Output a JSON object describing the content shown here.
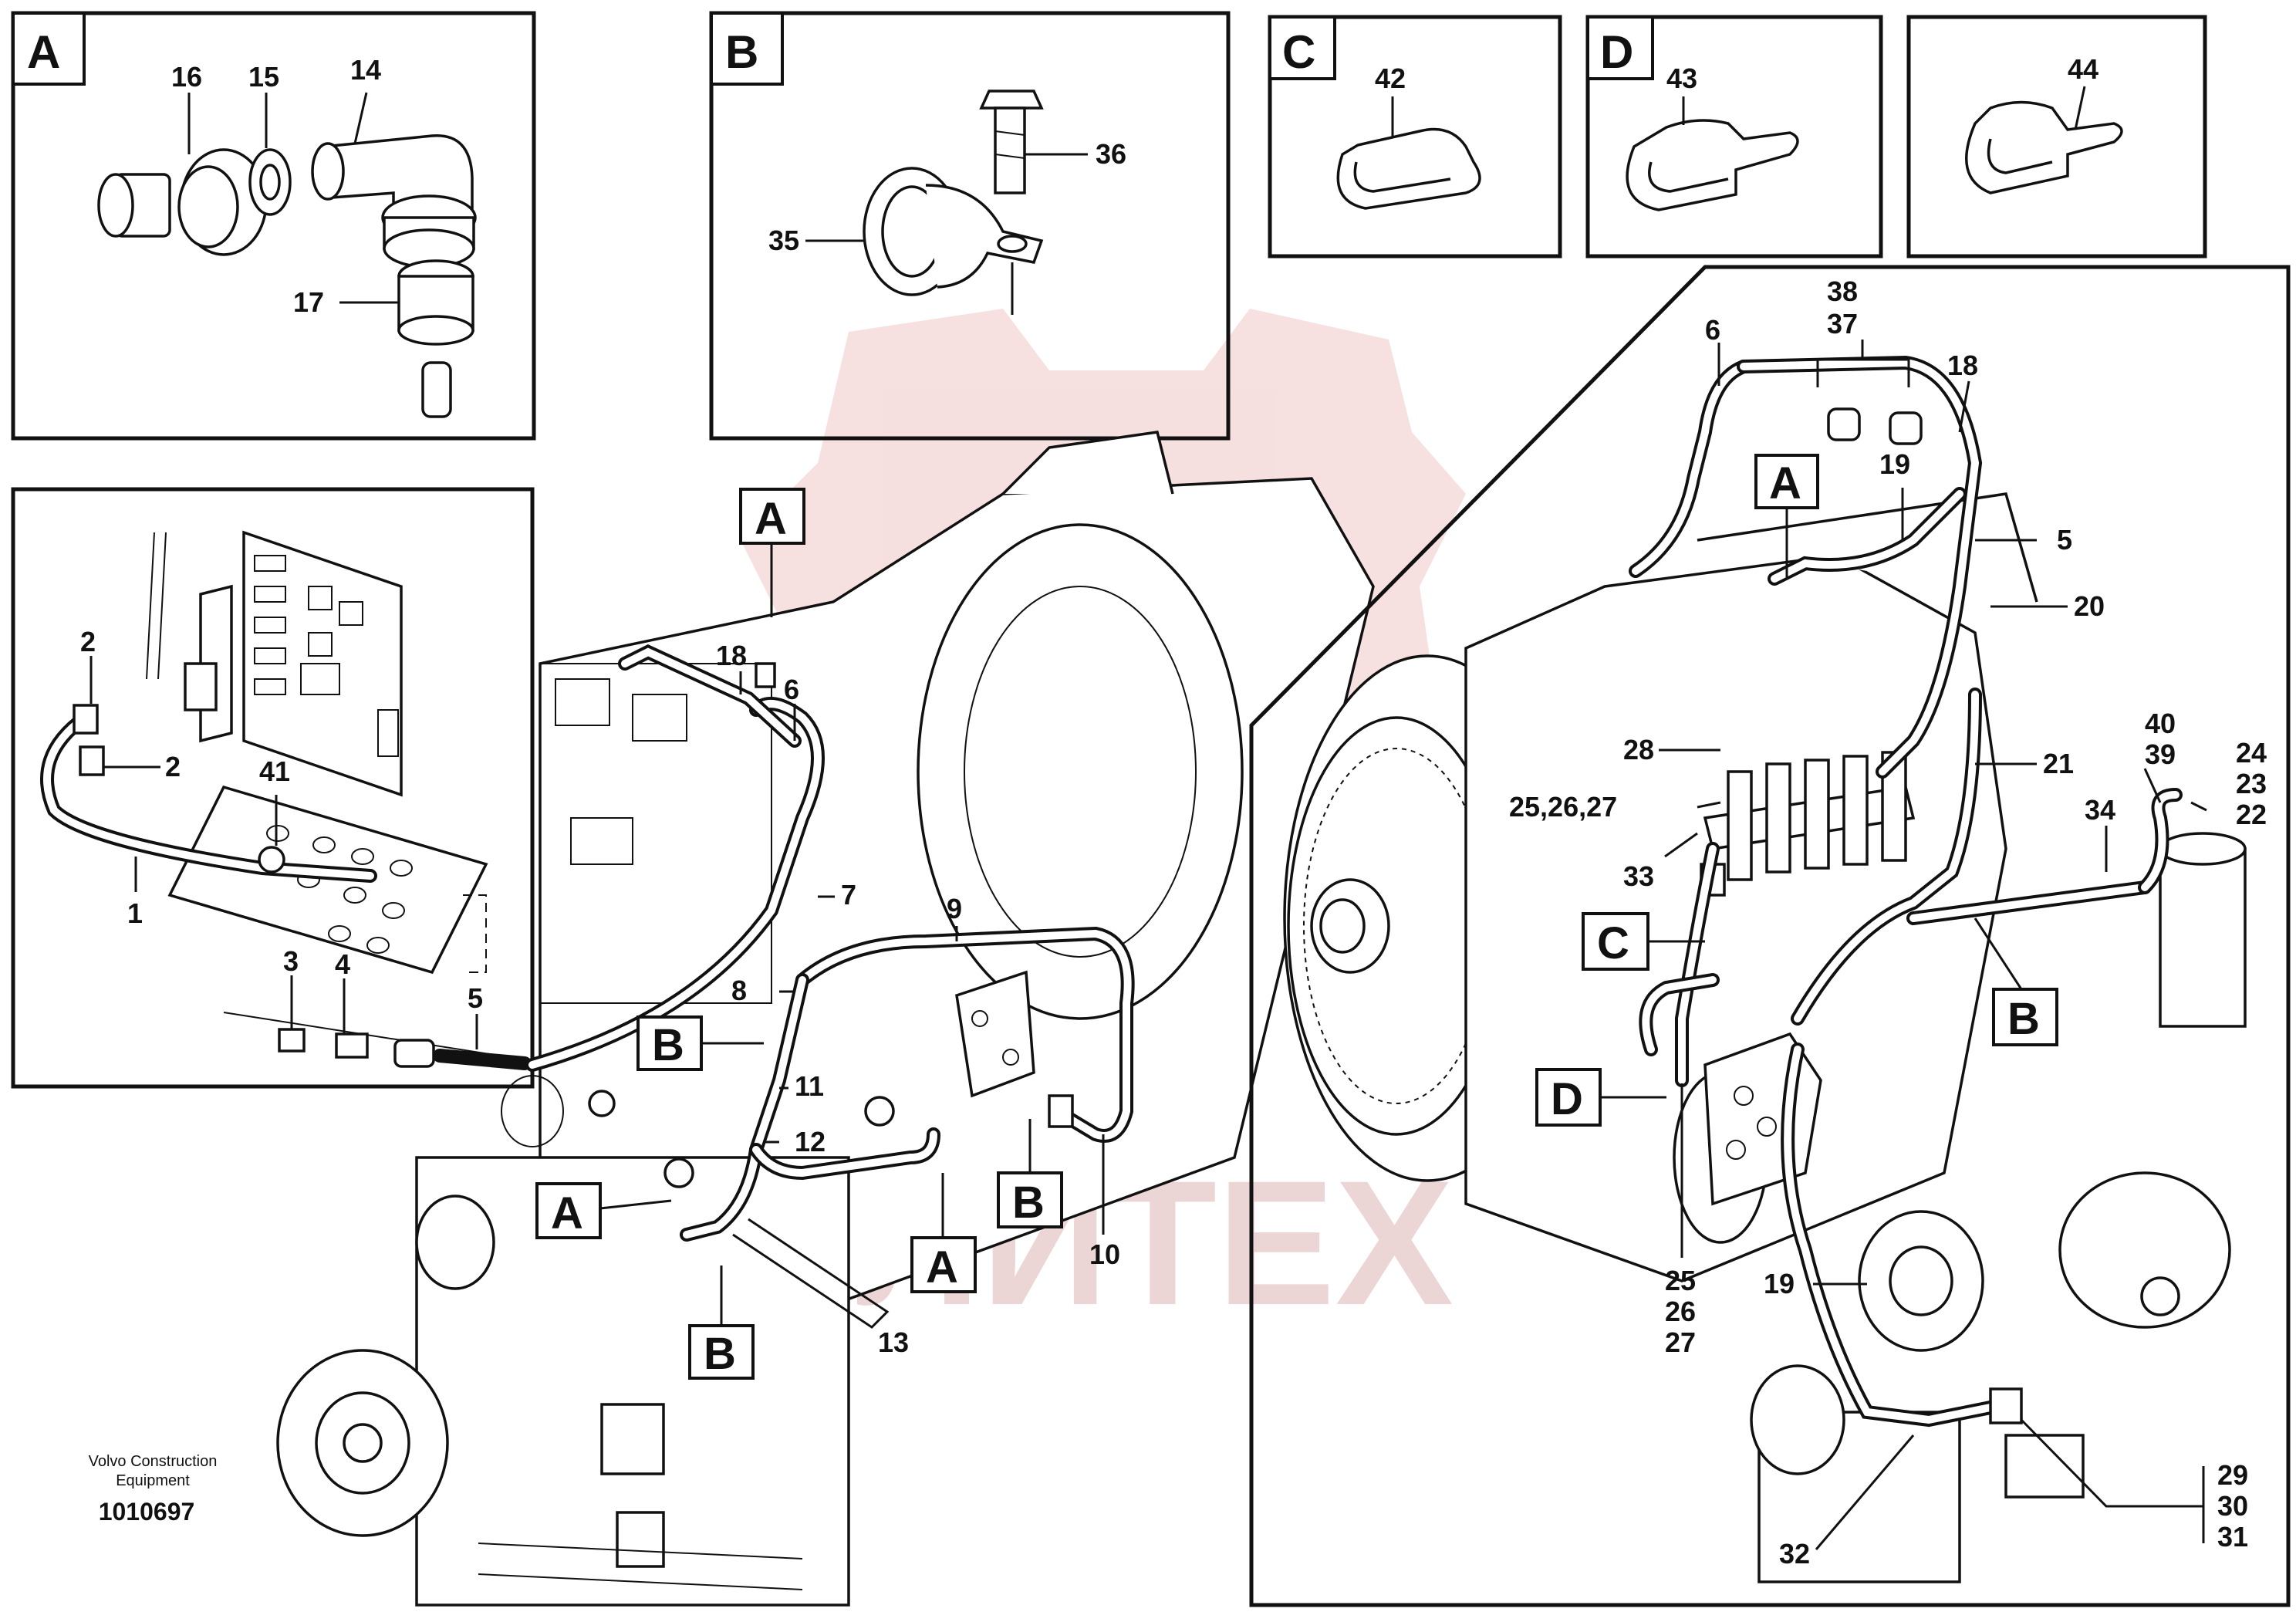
{
  "detail_views": {
    "A": {
      "letter": "A",
      "parts": [
        "16",
        "15",
        "14",
        "17"
      ]
    },
    "B": {
      "letter": "B",
      "parts": [
        "36",
        "35"
      ]
    },
    "C": {
      "letter": "C",
      "parts": [
        "42"
      ]
    },
    "D": {
      "letter": "D",
      "parts": [
        "43"
      ]
    },
    "E": {
      "parts": [
        "44"
      ]
    }
  },
  "inset_panel": {
    "parts": [
      "2",
      "2",
      "41",
      "1",
      "3",
      "4",
      "5"
    ]
  },
  "main_view": {
    "callouts": {
      "a1": "A",
      "b1": "B",
      "a2": "A",
      "b2": "B",
      "a3": "A",
      "b3": "B"
    },
    "parts": [
      "18",
      "6",
      "7",
      "9",
      "8",
      "11",
      "12",
      "10",
      "13"
    ]
  },
  "right_view": {
    "callouts": {
      "a": "A",
      "b": "B",
      "c": "C",
      "d": "D"
    },
    "parts": {
      "p38": "38",
      "p37": "37",
      "p6": "6",
      "p18": "18",
      "p19a": "19",
      "p5": "5",
      "p20": "20",
      "p28": "28",
      "p25_27": "25,26,27",
      "p33": "33",
      "p21": "21",
      "p40": "40",
      "p39": "39",
      "p24": "24",
      "p23": "23",
      "p22": "22",
      "p34": "34",
      "p25": "25",
      "p26": "26",
      "p27": "27",
      "p19b": "19",
      "p29": "29",
      "p30": "30",
      "p31": "31",
      "p32": "32"
    }
  },
  "footer": {
    "company_line1": "Volvo Construction",
    "company_line2": "Equipment",
    "doc_number": "1010697"
  },
  "watermark": {
    "text": "ЛИТЕХ",
    "color": "#e7b6b6"
  }
}
